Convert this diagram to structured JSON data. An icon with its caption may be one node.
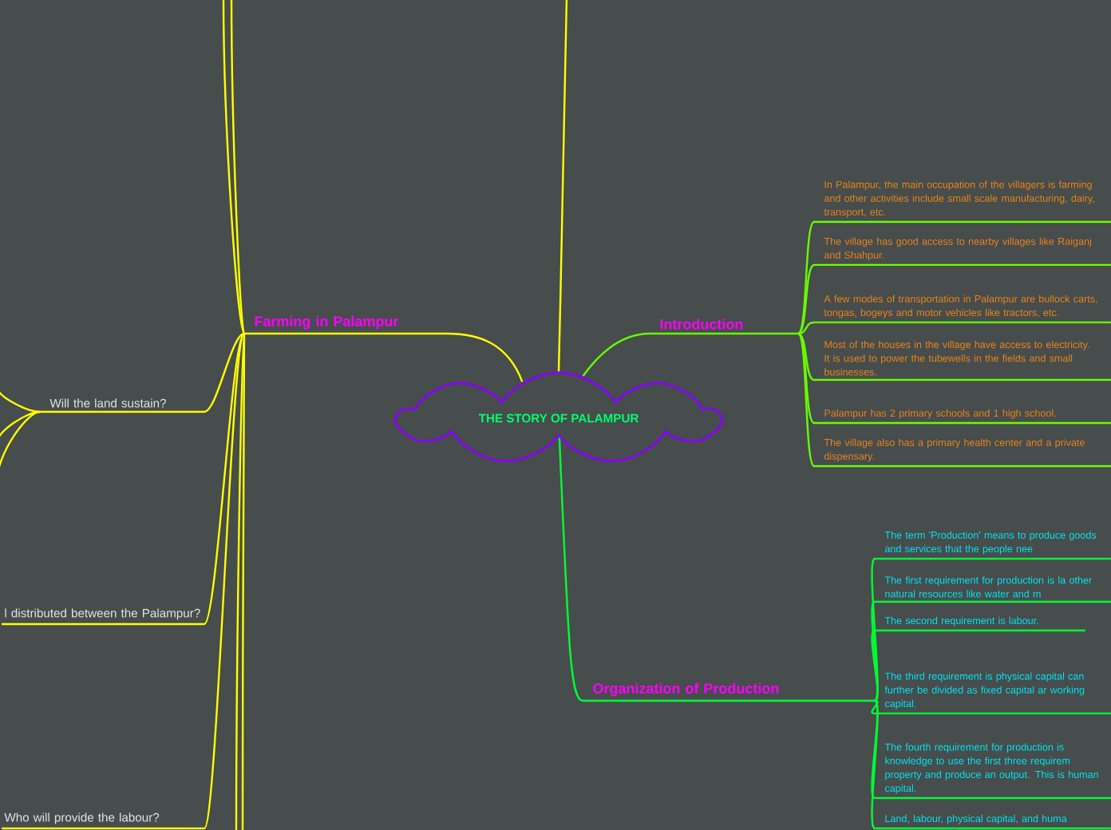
{
  "diagram": {
    "nodes": [
      {
        "text": [
          "THE STORY OF PALAMPUR"
        ]
      },
      {
        "text": [
          "Farming in Palampur"
        ]
      },
      {
        "text": [
          "Introduction"
        ]
      },
      {
        "text": [
          "Organization of Production"
        ]
      },
      {
        "text": [
          "In Palampur, the main occupation of the villagers is farming and other activities include small scale manufacturing, dairy, transport, etc."
        ]
      },
      {
        "text": [
          "The village has good access to nearby villages like Raiganj and Shahpur."
        ]
      },
      {
        "text": [
          "A few modes of transportation in Palampur are bullock carts, tongas, bogeys and motor vehicles like tractors, etc."
        ]
      },
      {
        "text": [
          "Most of the houses in the village have access to electricity. It is used to power the tubewells in the fields and small businesses."
        ]
      },
      {
        "text": [
          "Palampur has 2 primary schools and 1 high school."
        ]
      },
      {
        "text": [
          "The village also has a primary health center and a private dispensary."
        ]
      },
      {
        "text": [
          "The term 'Production' means to produce goods and services that the people nee"
        ]
      },
      {
        "text": [
          "The first requirement for production is la other natural resources like water and m"
        ]
      },
      {
        "text": [
          "The second requirement is labour."
        ]
      },
      {
        "text": [
          "The third requirement is physical capital can further be divided as fixed capital ar working capital."
        ]
      },
      {
        "text": [
          "The fourth requirement for production is knowledge to use the first three requirem property and produce an output. This is human capital."
        ]
      },
      {
        "text": [
          "Land, labour, physical capital, and huma"
        ]
      },
      {
        "text": [
          "Will the land sustain?"
        ]
      },
      {
        "text": [
          "l distributed between the Palampur?"
        ]
      },
      {
        "text": [
          "Who will provide the labour?"
        ]
      }
    ],
    "edges": [
      {
        "from": 0,
        "to": 1,
        "arrow": "none",
        "color": "#ffff00"
      },
      {
        "from": 0,
        "to": 2,
        "arrow": "none",
        "color": "#66ff00"
      },
      {
        "from": 0,
        "to": 3,
        "arrow": "none",
        "color": "#00ff33"
      },
      {
        "from": 2,
        "to": 4,
        "arrow": "none",
        "color": "#66ff00"
      },
      {
        "from": 2,
        "to": 5,
        "arrow": "none",
        "color": "#66ff00"
      },
      {
        "from": 2,
        "to": 6,
        "arrow": "none",
        "color": "#66ff00"
      },
      {
        "from": 2,
        "to": 7,
        "arrow": "none",
        "color": "#66ff00"
      },
      {
        "from": 2,
        "to": 8,
        "arrow": "none",
        "color": "#66ff00"
      },
      {
        "from": 2,
        "to": 9,
        "arrow": "none",
        "color": "#66ff00"
      },
      {
        "from": 3,
        "to": 10,
        "arrow": "none",
        "color": "#00ff33"
      },
      {
        "from": 3,
        "to": 11,
        "arrow": "none",
        "color": "#00ff33"
      },
      {
        "from": 3,
        "to": 12,
        "arrow": "none",
        "color": "#00ff33"
      },
      {
        "from": 3,
        "to": 13,
        "arrow": "none",
        "color": "#00ff33"
      },
      {
        "from": 3,
        "to": 14,
        "arrow": "none",
        "color": "#00ff33"
      },
      {
        "from": 3,
        "to": 15,
        "arrow": "none",
        "color": "#00ff33"
      },
      {
        "from": 1,
        "to": 16,
        "arrow": "none",
        "color": "#ffff00"
      },
      {
        "from": 1,
        "to": 17,
        "arrow": "none",
        "color": "#ffff00"
      },
      {
        "from": 1,
        "to": 18,
        "arrow": "none",
        "color": "#ffff00"
      },
      {
        "from": 0,
        "to": null,
        "arrow": "none",
        "color": "#ffff00"
      },
      {
        "from": 1,
        "to": null,
        "arrow": "none",
        "color": "#ffff00"
      },
      {
        "from": 1,
        "to": null,
        "arrow": "none",
        "color": "#ffff00"
      },
      {
        "from": 1,
        "to": null,
        "arrow": "none",
        "color": "#ffff00"
      },
      {
        "from": 1,
        "to": null,
        "arrow": "none",
        "color": "#ffff00"
      },
      {
        "from": 16,
        "to": null,
        "arrow": "none",
        "color": "#ffff00"
      },
      {
        "from": 16,
        "to": null,
        "arrow": "none",
        "color": "#ffff00"
      },
      {
        "from": 16,
        "to": null,
        "arrow": "none",
        "color": "#ffff00"
      }
    ]
  }
}
